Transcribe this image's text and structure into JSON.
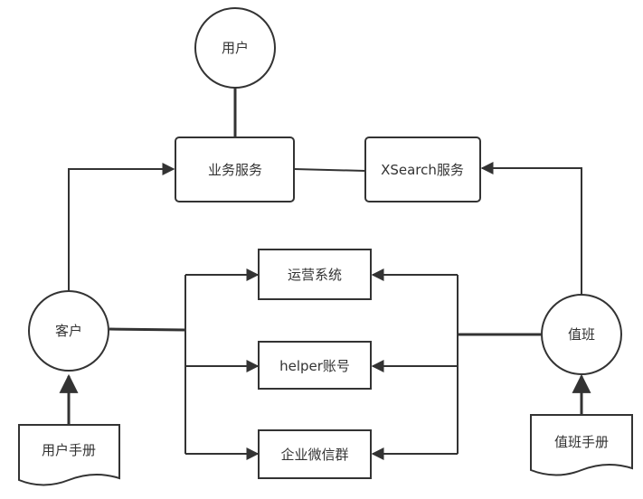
{
  "nodes": {
    "user": "用户",
    "business_service": "业务服务",
    "xsearch_service": "XSearch服务",
    "ops_system": "运营系统",
    "helper_account": "helper账号",
    "wechat_group": "企业微信群",
    "customer": "客户",
    "on_duty": "值班",
    "user_manual": "用户手册",
    "duty_manual": "值班手册"
  }
}
